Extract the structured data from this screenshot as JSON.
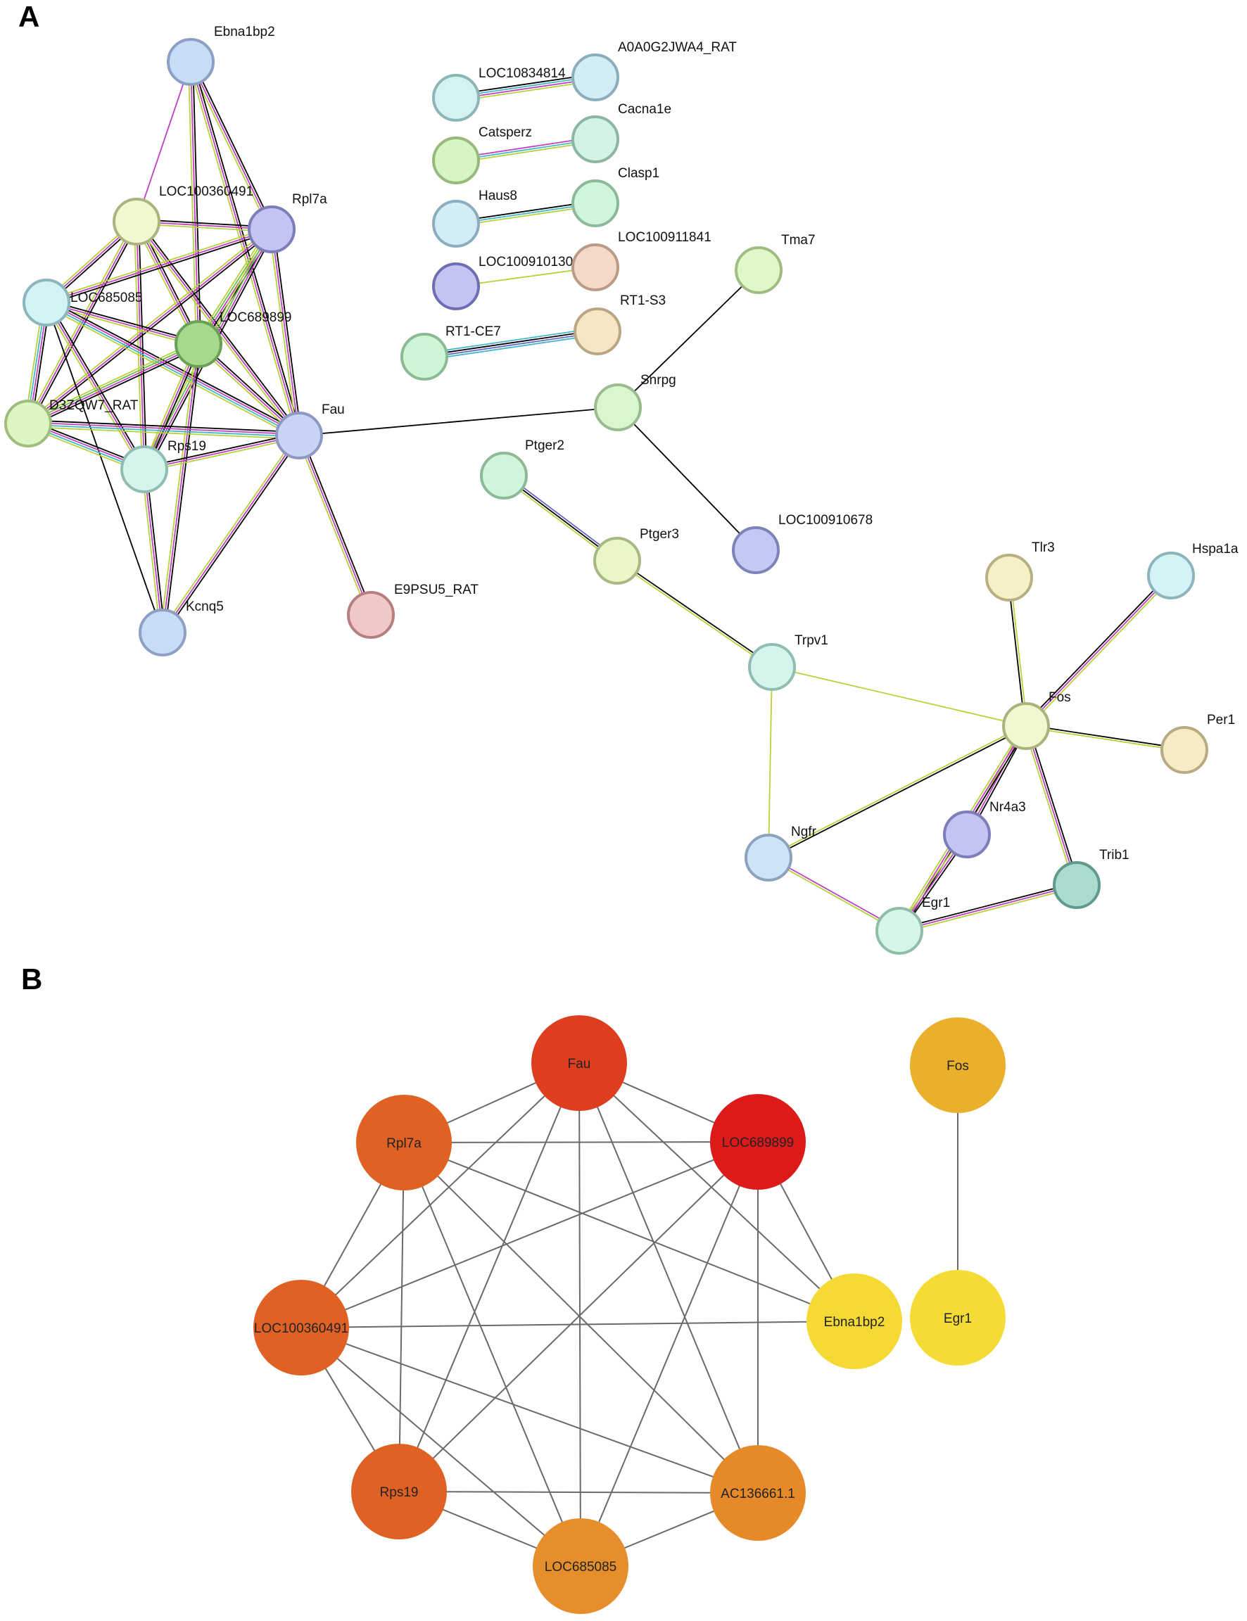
{
  "panels": {
    "a": {
      "letter": "A"
    },
    "b": {
      "letter": "B"
    }
  },
  "network_a": {
    "nodes": [
      {
        "id": "ebna1bp2",
        "label": "Ebna1bp2",
        "fill": "#c9dcf6",
        "stroke": "#8d9fc4"
      },
      {
        "id": "loc100360491",
        "label": "LOC100360491",
        "fill": "#f3f7cf",
        "stroke": "#aab47e"
      },
      {
        "id": "rpl7a",
        "label": "Rpl7a",
        "fill": "#c3c3f4",
        "stroke": "#7d7db9"
      },
      {
        "id": "loc685085",
        "label": "LOC685085",
        "fill": "#d3f3f7",
        "stroke": "#8cb5bd"
      },
      {
        "id": "loc689899",
        "label": "LOC689899",
        "fill": "#a6d98e",
        "stroke": "#6aa056"
      },
      {
        "id": "d3zqw7",
        "label": "D3ZQW7_RAT",
        "fill": "#ddf4c3",
        "stroke": "#9fbd7f"
      },
      {
        "id": "rps19",
        "label": "Rps19",
        "fill": "#d5f5ec",
        "stroke": "#90bdb1"
      },
      {
        "id": "fau",
        "label": "Fau",
        "fill": "#c9d3f6",
        "stroke": "#8d98c4"
      },
      {
        "id": "kcnq5",
        "label": "Kcnq5",
        "fill": "#c9dcf6",
        "stroke": "#8d9fc4"
      },
      {
        "id": "e9psu5",
        "label": "E9PSU5_RAT",
        "fill": "#f0c8c8",
        "stroke": "#b57f7f"
      },
      {
        "id": "loc10834814",
        "label": "LOC10834814",
        "fill": "#d3f3f3",
        "stroke": "#8cb5b5"
      },
      {
        "id": "a0a0g2jwa4",
        "label": "A0A0G2JWA4_RAT",
        "fill": "#d3edf6",
        "stroke": "#8cadbc"
      },
      {
        "id": "catsperz",
        "label": "Catsperz",
        "fill": "#d6f3c2",
        "stroke": "#98b87c"
      },
      {
        "id": "cacna1e",
        "label": "Cacna1e",
        "fill": "#d3f3e3",
        "stroke": "#8cb5a2"
      },
      {
        "id": "haus8",
        "label": "Haus8",
        "fill": "#d3edf6",
        "stroke": "#8cadbc"
      },
      {
        "id": "clasp1",
        "label": "Clasp1",
        "fill": "#cff5da",
        "stroke": "#8cba99"
      },
      {
        "id": "loc100910130",
        "label": "LOC100910130",
        "fill": "#c3c3f4",
        "stroke": "#6f6fb0"
      },
      {
        "id": "loc100911841",
        "label": "LOC100911841",
        "fill": "#f3d9c9",
        "stroke": "#bb9a86"
      },
      {
        "id": "rt1ce7",
        "label": "RT1-CE7",
        "fill": "#cff5d6",
        "stroke": "#8cba94"
      },
      {
        "id": "rt1s3",
        "label": "RT1-S3",
        "fill": "#f5e6c6",
        "stroke": "#baa682"
      },
      {
        "id": "tma7",
        "label": "Tma7",
        "fill": "#e0f7c9",
        "stroke": "#a0bc83"
      },
      {
        "id": "snrpg",
        "label": "Snrpg",
        "fill": "#d9f6cf",
        "stroke": "#99bb8d"
      },
      {
        "id": "ptger2",
        "label": "Ptger2",
        "fill": "#cff5da",
        "stroke": "#8cba99"
      },
      {
        "id": "ptger3",
        "label": "Ptger3",
        "fill": "#e9f6c6",
        "stroke": "#a7b882"
      },
      {
        "id": "loc100910678",
        "label": "LOC100910678",
        "fill": "#c3c8f4",
        "stroke": "#7d82b9"
      },
      {
        "id": "trpv1",
        "label": "Trpv1",
        "fill": "#d5f5ec",
        "stroke": "#90bdb1"
      },
      {
        "id": "tlr3",
        "label": "Tlr3",
        "fill": "#f5f0c6",
        "stroke": "#b8af82"
      },
      {
        "id": "hspa1a",
        "label": "Hspa1a",
        "fill": "#d3f3f7",
        "stroke": "#8cb5bd"
      },
      {
        "id": "fos",
        "label": "Fos",
        "fill": "#f1f7cf",
        "stroke": "#a8b47e"
      },
      {
        "id": "per1",
        "label": "Per1",
        "fill": "#f5ecc6",
        "stroke": "#b8aa82"
      },
      {
        "id": "ngfr",
        "label": "Ngfr",
        "fill": "#cfe3f6",
        "stroke": "#8ca2bd"
      },
      {
        "id": "nr4a3",
        "label": "Nr4a3",
        "fill": "#c3c3f4",
        "stroke": "#7d7db9"
      },
      {
        "id": "trib1",
        "label": "Trib1",
        "fill": "#a9dccf",
        "stroke": "#5f9a8c"
      },
      {
        "id": "egr1",
        "label": "Egr1",
        "fill": "#d5f5e6",
        "stroke": "#90bda8"
      }
    ],
    "edges": [
      {
        "s": "ebna1bp2",
        "t": "loc100360491",
        "c": [
          "#c040c0"
        ]
      },
      {
        "s": "ebna1bp2",
        "t": "rpl7a",
        "c": [
          "#000000",
          "#c040c0",
          "#b5d33a"
        ]
      },
      {
        "s": "ebna1bp2",
        "t": "loc689899",
        "c": [
          "#000000",
          "#c040c0",
          "#b5d33a"
        ]
      },
      {
        "s": "ebna1bp2",
        "t": "fau",
        "c": [
          "#000000",
          "#c040c0",
          "#b5d33a"
        ]
      },
      {
        "s": "loc100360491",
        "t": "rpl7a",
        "c": [
          "#000000",
          "#c040c0",
          "#b5d33a"
        ]
      },
      {
        "s": "loc100360491",
        "t": "loc685085",
        "c": [
          "#000000",
          "#c040c0",
          "#b5d33a"
        ]
      },
      {
        "s": "loc100360491",
        "t": "loc689899",
        "c": [
          "#000000",
          "#c040c0",
          "#b5d33a"
        ]
      },
      {
        "s": "loc100360491",
        "t": "d3zqw7",
        "c": [
          "#000000",
          "#c040c0",
          "#b5d33a"
        ]
      },
      {
        "s": "loc100360491",
        "t": "rps19",
        "c": [
          "#000000",
          "#c040c0",
          "#b5d33a"
        ]
      },
      {
        "s": "loc100360491",
        "t": "fau",
        "c": [
          "#000000",
          "#c040c0",
          "#b5d33a"
        ]
      },
      {
        "s": "rpl7a",
        "t": "loc685085",
        "c": [
          "#000000",
          "#c040c0",
          "#b5d33a"
        ]
      },
      {
        "s": "rpl7a",
        "t": "loc689899",
        "c": [
          "#000000",
          "#c040c0",
          "#6bbd4a",
          "#b5d33a"
        ]
      },
      {
        "s": "rpl7a",
        "t": "d3zqw7",
        "c": [
          "#000000",
          "#c040c0",
          "#b5d33a"
        ]
      },
      {
        "s": "rpl7a",
        "t": "rps19",
        "c": [
          "#000000",
          "#c040c0",
          "#6bbd4a",
          "#b5d33a"
        ]
      },
      {
        "s": "rpl7a",
        "t": "fau",
        "c": [
          "#000000",
          "#c040c0",
          "#b5d33a"
        ]
      },
      {
        "s": "loc685085",
        "t": "loc689899",
        "c": [
          "#000000",
          "#c040c0",
          "#b5d33a"
        ]
      },
      {
        "s": "loc685085",
        "t": "d3zqw7",
        "c": [
          "#000000",
          "#c040c0",
          "#43b8c8",
          "#b5d33a"
        ]
      },
      {
        "s": "loc685085",
        "t": "rps19",
        "c": [
          "#000000",
          "#c040c0",
          "#b5d33a"
        ]
      },
      {
        "s": "loc685085",
        "t": "fau",
        "c": [
          "#000000",
          "#c040c0",
          "#43b8c8",
          "#b5d33a"
        ]
      },
      {
        "s": "loc685085",
        "t": "kcnq5",
        "c": [
          "#000000"
        ]
      },
      {
        "s": "loc689899",
        "t": "d3zqw7",
        "c": [
          "#000000",
          "#c040c0",
          "#6bbd4a",
          "#b5d33a"
        ]
      },
      {
        "s": "loc689899",
        "t": "rps19",
        "c": [
          "#000000",
          "#c040c0",
          "#b5d33a"
        ]
      },
      {
        "s": "loc689899",
        "t": "fau",
        "c": [
          "#000000",
          "#c040c0",
          "#b5d33a"
        ]
      },
      {
        "s": "loc689899",
        "t": "kcnq5",
        "c": [
          "#000000",
          "#c040c0",
          "#b5d33a"
        ]
      },
      {
        "s": "d3zqw7",
        "t": "rps19",
        "c": [
          "#000000",
          "#c040c0",
          "#43b8c8",
          "#b5d33a"
        ]
      },
      {
        "s": "d3zqw7",
        "t": "fau",
        "c": [
          "#000000",
          "#c040c0",
          "#43b8c8",
          "#b5d33a"
        ]
      },
      {
        "s": "rps19",
        "t": "fau",
        "c": [
          "#000000",
          "#c040c0",
          "#b5d33a"
        ]
      },
      {
        "s": "rps19",
        "t": "kcnq5",
        "c": [
          "#000000",
          "#c040c0",
          "#b5d33a"
        ]
      },
      {
        "s": "fau",
        "t": "kcnq5",
        "c": [
          "#000000",
          "#c040c0",
          "#b5d33a"
        ]
      },
      {
        "s": "fau",
        "t": "e9psu5",
        "c": [
          "#000000",
          "#c040c0",
          "#b5d33a"
        ]
      },
      {
        "s": "fau",
        "t": "snrpg",
        "c": [
          "#000000"
        ]
      },
      {
        "s": "loc10834814",
        "t": "a0a0g2jwa4",
        "c": [
          "#000000",
          "#43b8c8",
          "#c040c0",
          "#b5d33a"
        ]
      },
      {
        "s": "catsperz",
        "t": "cacna1e",
        "c": [
          "#c040c0",
          "#43b8c8",
          "#b5d33a"
        ]
      },
      {
        "s": "haus8",
        "t": "clasp1",
        "c": [
          "#000000",
          "#43b8c8",
          "#b5d33a"
        ]
      },
      {
        "s": "loc100910130",
        "t": "loc100911841",
        "c": [
          "#b5d33a"
        ]
      },
      {
        "s": "rt1ce7",
        "t": "rt1s3",
        "c": [
          "#43b8c8",
          "#000000",
          "#6666cc",
          "#43b8c8"
        ]
      },
      {
        "s": "snrpg",
        "t": "tma7",
        "c": [
          "#000000"
        ]
      },
      {
        "s": "snrpg",
        "t": "loc100910678",
        "c": [
          "#000000"
        ]
      },
      {
        "s": "ptger2",
        "t": "ptger3",
        "c": [
          "#6666cc",
          "#000000",
          "#b5d33a"
        ]
      },
      {
        "s": "ptger3",
        "t": "trpv1",
        "c": [
          "#000000",
          "#b5d33a"
        ]
      },
      {
        "s": "trpv1",
        "t": "fos",
        "c": [
          "#b5d33a"
        ]
      },
      {
        "s": "trpv1",
        "t": "ngfr",
        "c": [
          "#b5d33a"
        ]
      },
      {
        "s": "fos",
        "t": "tlr3",
        "c": [
          "#000000",
          "#b5d33a"
        ]
      },
      {
        "s": "fos",
        "t": "hspa1a",
        "c": [
          "#000000",
          "#c040c0",
          "#b5d33a"
        ]
      },
      {
        "s": "fos",
        "t": "per1",
        "c": [
          "#000000",
          "#b5d33a"
        ]
      },
      {
        "s": "fos",
        "t": "ngfr",
        "c": [
          "#000000",
          "#b5d33a"
        ]
      },
      {
        "s": "fos",
        "t": "nr4a3",
        "c": [
          "#000000",
          "#c040c0",
          "#b5d33a"
        ]
      },
      {
        "s": "fos",
        "t": "trib1",
        "c": [
          "#000000",
          "#c040c0",
          "#b5d33a"
        ]
      },
      {
        "s": "fos",
        "t": "egr1",
        "c": [
          "#000000",
          "#c040c0",
          "#b5d33a"
        ]
      },
      {
        "s": "ngfr",
        "t": "egr1",
        "c": [
          "#c040c0",
          "#b5d33a"
        ]
      },
      {
        "s": "nr4a3",
        "t": "egr1",
        "c": [
          "#000000",
          "#c040c0",
          "#b5d33a"
        ]
      },
      {
        "s": "egr1",
        "t": "trib1",
        "c": [
          "#000000",
          "#c040c0",
          "#b5d33a"
        ]
      }
    ]
  },
  "network_b": {
    "nodes": [
      {
        "id": "fau",
        "label": "Fau",
        "fill": "#dd3f1e"
      },
      {
        "id": "rpl7a",
        "label": "Rpl7a",
        "fill": "#e06124"
      },
      {
        "id": "loc689899",
        "label": "LOC689899",
        "fill": "#dc1a1a"
      },
      {
        "id": "loc100360491",
        "label": "LOC100360491",
        "fill": "#e06124"
      },
      {
        "id": "ebna1bp2",
        "label": "Ebna1bp2",
        "fill": "#f5d935"
      },
      {
        "id": "rps19",
        "label": "Rps19",
        "fill": "#e06124"
      },
      {
        "id": "ac136661",
        "label": "AC136661.1",
        "fill": "#e68a29"
      },
      {
        "id": "loc685085",
        "label": "LOC685085",
        "fill": "#e68e2c"
      },
      {
        "id": "fos",
        "label": "Fos",
        "fill": "#ebb02b"
      },
      {
        "id": "egr1",
        "label": "Egr1",
        "fill": "#f5db35"
      }
    ],
    "edges": [
      [
        "fau",
        "rpl7a"
      ],
      [
        "fau",
        "loc689899"
      ],
      [
        "fau",
        "loc100360491"
      ],
      [
        "fau",
        "rps19"
      ],
      [
        "fau",
        "ac136661"
      ],
      [
        "fau",
        "loc685085"
      ],
      [
        "fau",
        "ebna1bp2"
      ],
      [
        "rpl7a",
        "loc689899"
      ],
      [
        "rpl7a",
        "loc100360491"
      ],
      [
        "rpl7a",
        "rps19"
      ],
      [
        "rpl7a",
        "ac136661"
      ],
      [
        "rpl7a",
        "loc685085"
      ],
      [
        "rpl7a",
        "ebna1bp2"
      ],
      [
        "loc689899",
        "loc100360491"
      ],
      [
        "loc689899",
        "rps19"
      ],
      [
        "loc689899",
        "ac136661"
      ],
      [
        "loc689899",
        "loc685085"
      ],
      [
        "loc689899",
        "ebna1bp2"
      ],
      [
        "loc100360491",
        "rps19"
      ],
      [
        "loc100360491",
        "ac136661"
      ],
      [
        "loc100360491",
        "loc685085"
      ],
      [
        "loc100360491",
        "ebna1bp2"
      ],
      [
        "rps19",
        "ac136661"
      ],
      [
        "rps19",
        "loc685085"
      ],
      [
        "ac136661",
        "loc685085"
      ],
      [
        "fos",
        "egr1"
      ]
    ]
  }
}
